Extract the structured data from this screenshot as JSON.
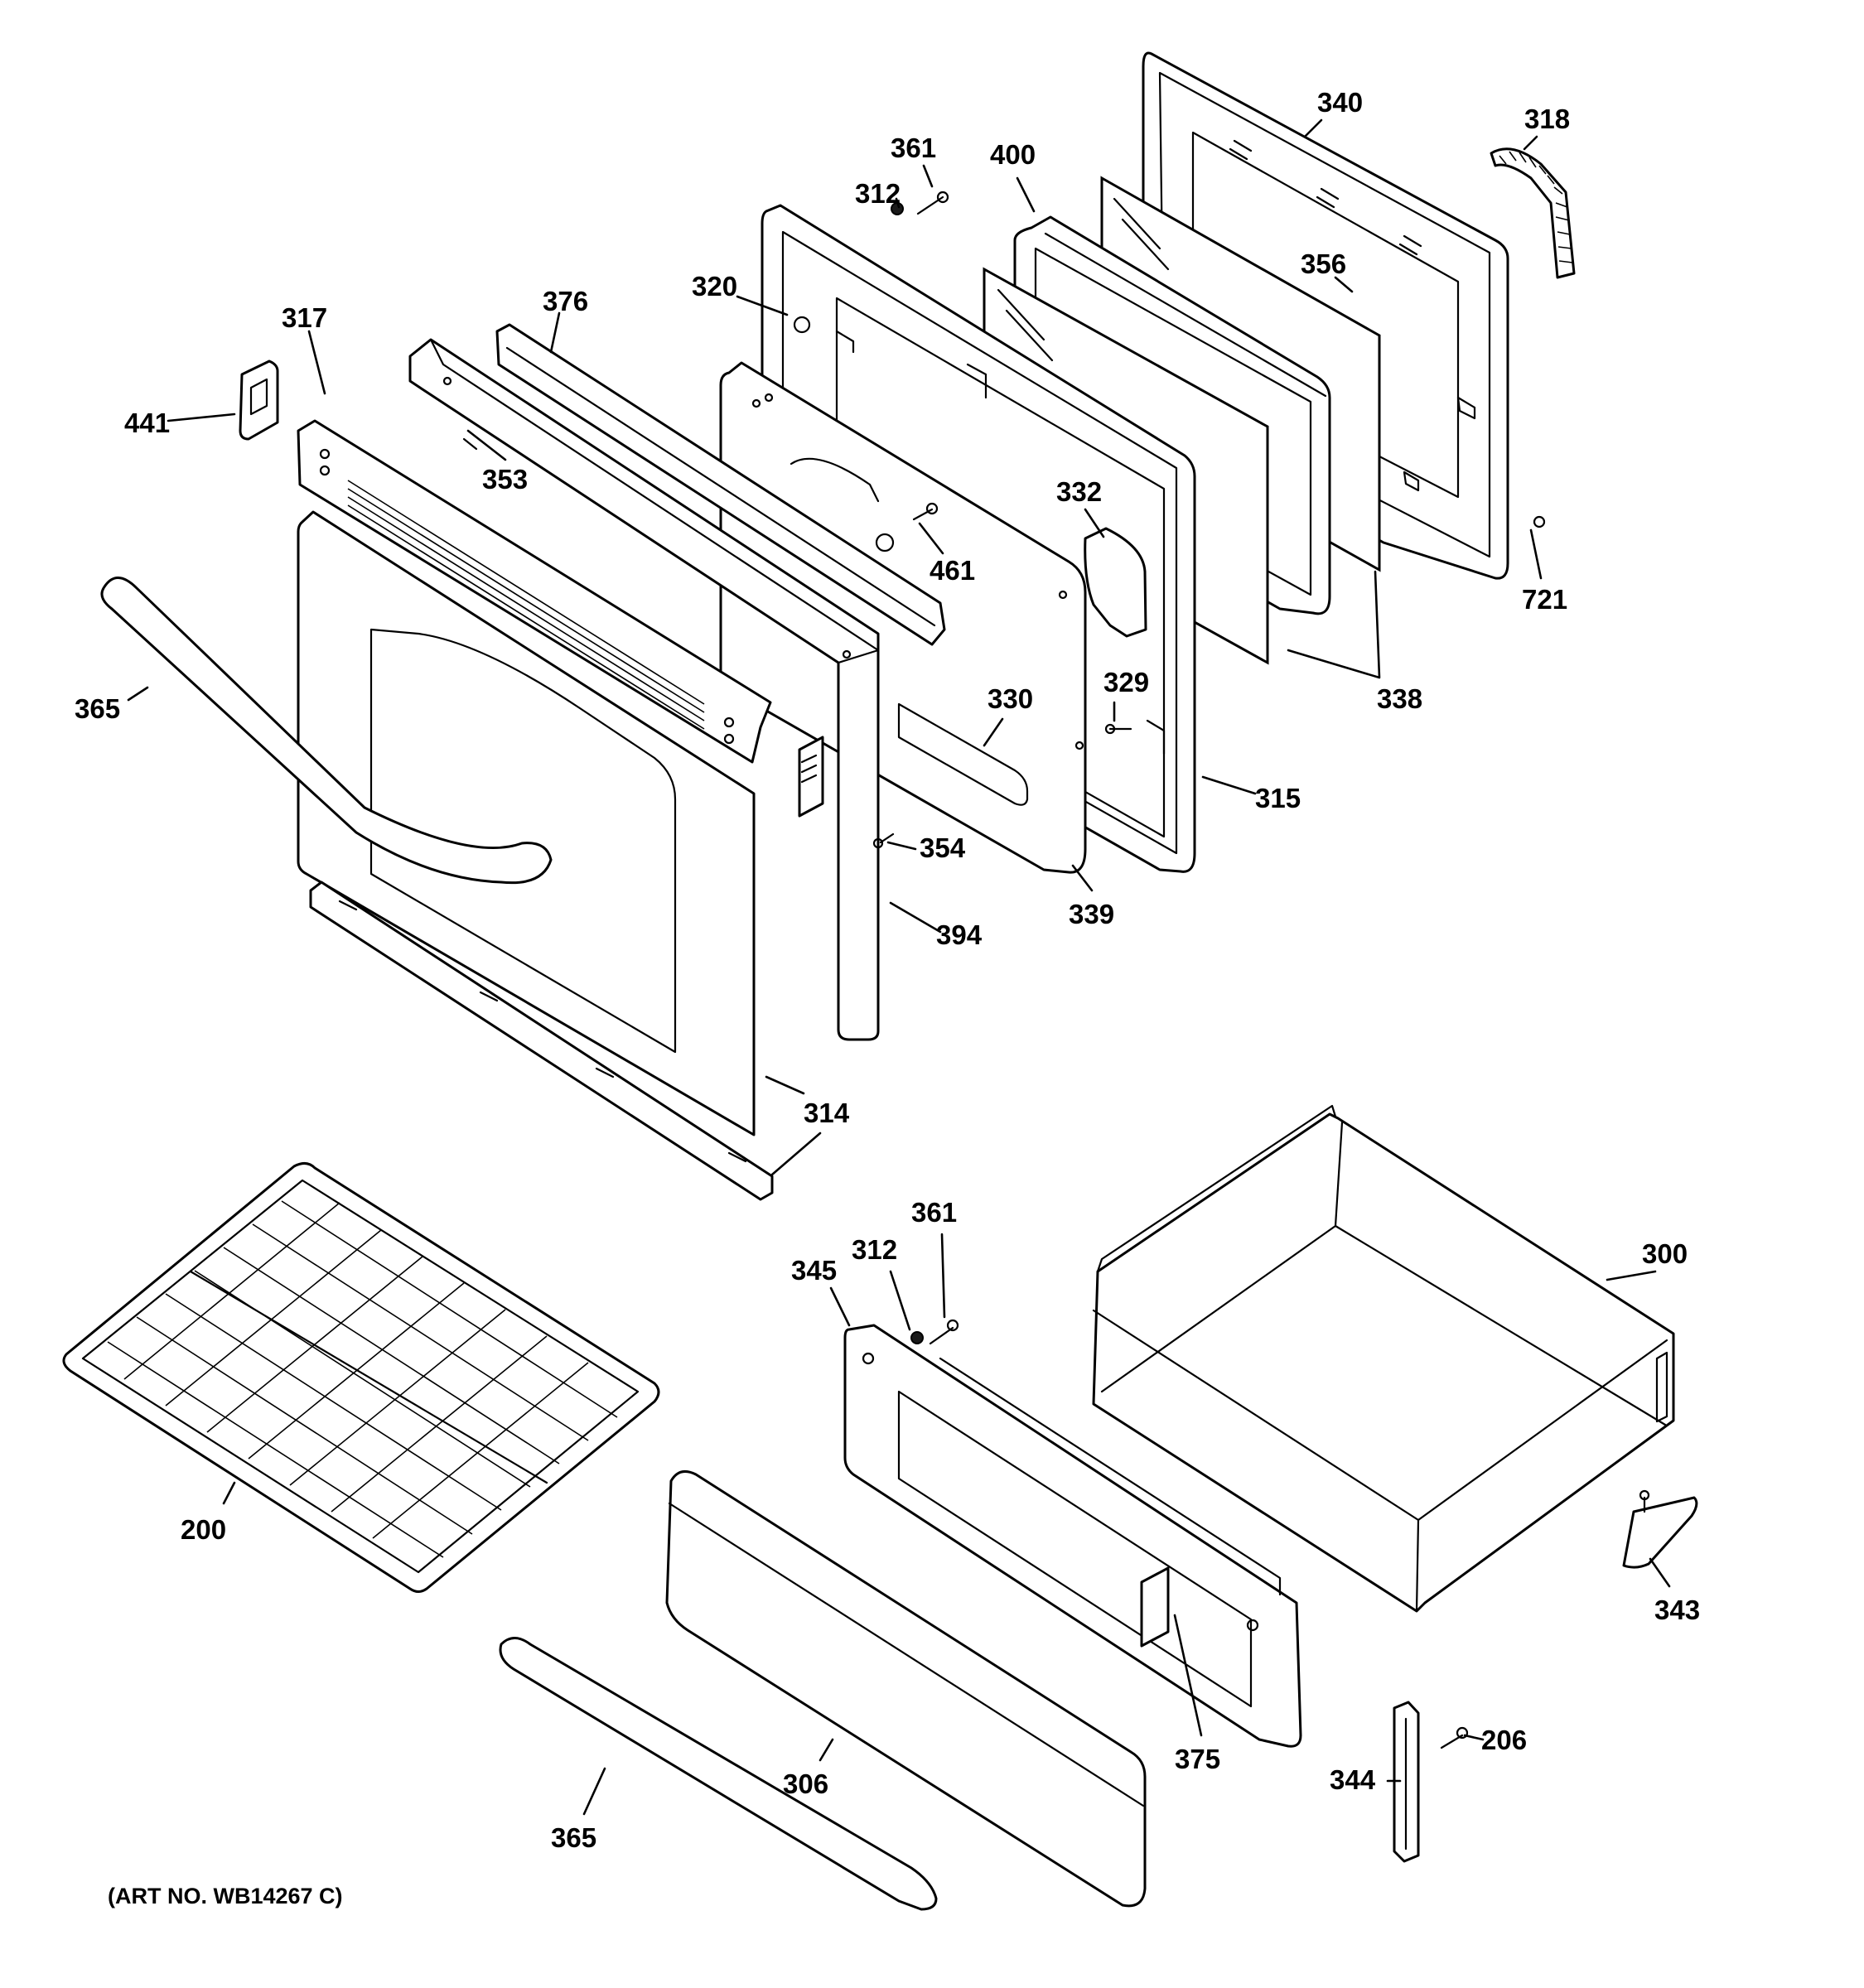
{
  "diagram": {
    "art_number": "(ART NO. WB14267 C)",
    "callouts": [
      {
        "id": "340",
        "label": "340"
      },
      {
        "id": "318",
        "label": "318"
      },
      {
        "id": "361a",
        "label": "361"
      },
      {
        "id": "400",
        "label": "400"
      },
      {
        "id": "312a",
        "label": "312"
      },
      {
        "id": "356",
        "label": "356"
      },
      {
        "id": "320",
        "label": "320"
      },
      {
        "id": "317",
        "label": "317"
      },
      {
        "id": "376",
        "label": "376"
      },
      {
        "id": "441",
        "label": "441"
      },
      {
        "id": "353",
        "label": "353"
      },
      {
        "id": "332",
        "label": "332"
      },
      {
        "id": "461",
        "label": "461"
      },
      {
        "id": "721",
        "label": "721"
      },
      {
        "id": "365a",
        "label": "365"
      },
      {
        "id": "330",
        "label": "330"
      },
      {
        "id": "329",
        "label": "329"
      },
      {
        "id": "338",
        "label": "338"
      },
      {
        "id": "315",
        "label": "315"
      },
      {
        "id": "354",
        "label": "354"
      },
      {
        "id": "339",
        "label": "339"
      },
      {
        "id": "394",
        "label": "394"
      },
      {
        "id": "314",
        "label": "314"
      },
      {
        "id": "361b",
        "label": "361"
      },
      {
        "id": "312b",
        "label": "312"
      },
      {
        "id": "300",
        "label": "300"
      },
      {
        "id": "345",
        "label": "345"
      },
      {
        "id": "200",
        "label": "200"
      },
      {
        "id": "343",
        "label": "343"
      },
      {
        "id": "206",
        "label": "206"
      },
      {
        "id": "375",
        "label": "375"
      },
      {
        "id": "344",
        "label": "344"
      },
      {
        "id": "306",
        "label": "306"
      },
      {
        "id": "365b",
        "label": "365"
      }
    ]
  }
}
